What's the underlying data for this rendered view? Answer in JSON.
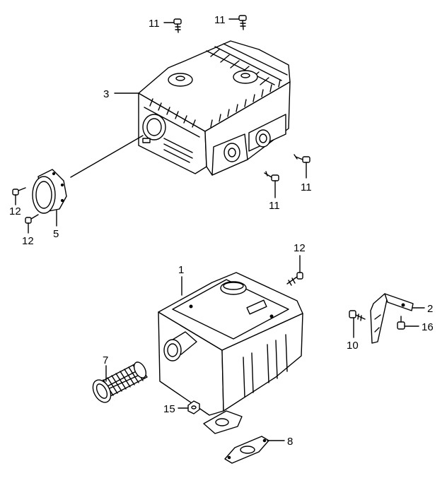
{
  "diagram": {
    "callouts": {
      "c1": "1",
      "c2": "2",
      "c3": "3",
      "c5": "5",
      "c7": "7",
      "c8": "8",
      "c10": "10",
      "c11a": "11",
      "c11b": "11",
      "c11c": "11",
      "c11d": "11",
      "c12a": "12",
      "c12b": "12",
      "c12c": "12",
      "c15": "15",
      "c16": "16"
    }
  },
  "colors": {
    "line": "#000000",
    "background": "#ffffff"
  }
}
